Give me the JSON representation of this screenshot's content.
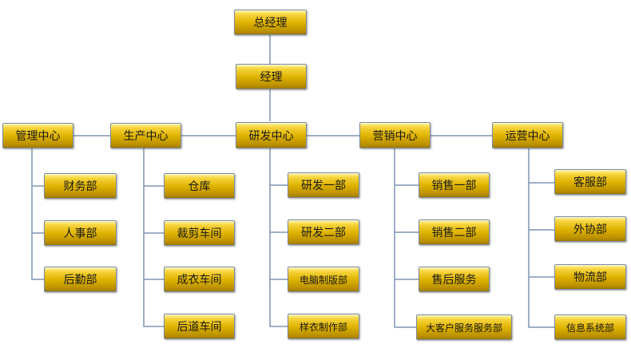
{
  "top": {
    "general_manager": "总经理",
    "manager": "经理"
  },
  "centers": {
    "management": "管理中心",
    "production": "生产中心",
    "rnd": "研发中心",
    "marketing": "营销中心",
    "operations": "运营中心"
  },
  "departments": {
    "management": [
      "财务部",
      "人事部",
      "后勤部"
    ],
    "production": [
      "仓库",
      "裁剪车间",
      "成衣车间",
      "后道车间"
    ],
    "rnd": [
      "研发一部",
      "研发二部",
      "电脑制版部",
      "样衣制作部"
    ],
    "marketing": [
      "销售一部",
      "销售二部",
      "售后服务",
      "大客户服务服务部"
    ],
    "operations": [
      "客服部",
      "外协部",
      "物流部",
      "信息系统部"
    ]
  },
  "colors": {
    "box_top": "#fff6a6",
    "box_bottom": "#a07a00",
    "box_border": "#7a8aa2",
    "connector": "#7f95b4"
  }
}
